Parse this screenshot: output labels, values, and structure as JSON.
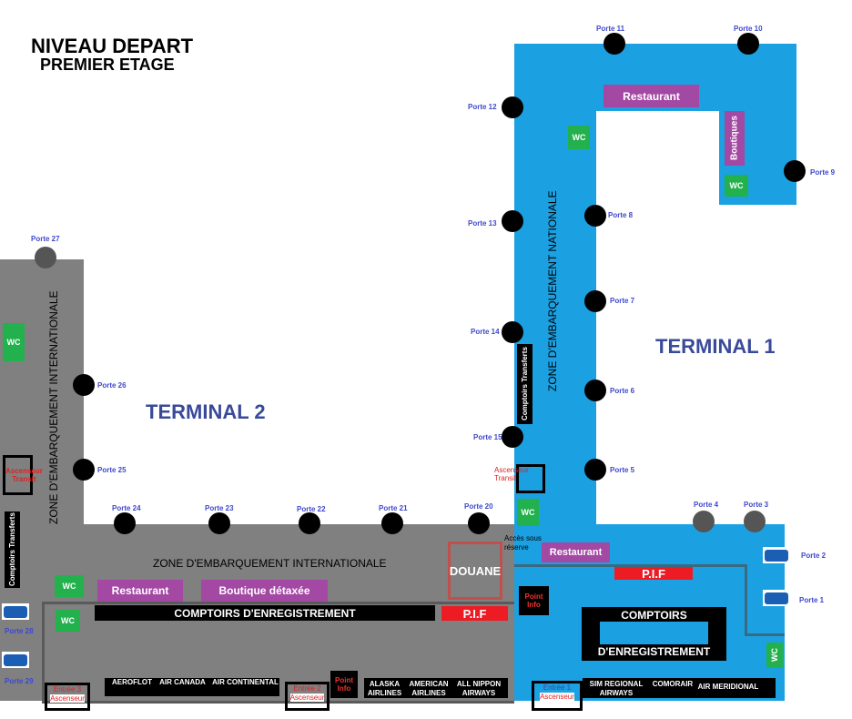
{
  "title": "NIVEAU DEPART",
  "subtitle": "PREMIER ETAGE",
  "terminal1": "TERMINAL 1",
  "terminal2": "TERMINAL 2",
  "zone_nationale": "ZONE D'EMBARQUEMENT NATIONALE",
  "zone_internationale": "ZONE D'EMBARQUEMENT INTERNATIONALE",
  "labels": {
    "restaurant": "Restaurant",
    "boutiques": "Boutiques",
    "boutique_detaxee": "Boutique détaxée",
    "wc": "WC",
    "comptoirs_transferts": "Comptoirs Transferts",
    "ascenseur_transit": "Ascenseur Transit",
    "douane": "DOUANE",
    "acces_reserve": "Accès sous réserve",
    "pif": "P.I.F",
    "point_info": "Point Info",
    "comptoirs_enregistrement": "COMPTOIRS D'ENREGISTREMENT",
    "comptoirs": "COMPTOIRS",
    "enregistrement": "D'ENREGISTREMENT",
    "entree1": "Entrée 1",
    "entree2": "Entrée 2",
    "entree3": "Entrée 3",
    "ascenseur": "Ascenseur"
  },
  "airlines": [
    "AEROFLOT",
    "AIR CANADA",
    "AIR CONTINENTAL",
    "ALASKA AIRLINES",
    "AMERICAN AIRLINES",
    "ALL NIPPON AIRWAYS",
    "SIM REGIONAL AIRWAYS",
    "COMORAIR",
    "AIR MERIDIONAL"
  ],
  "gates": [
    "Porte 1",
    "Porte 2",
    "Porte 3",
    "Porte 4",
    "Porte 5",
    "Porte 6",
    "Porte 7",
    "Porte 8",
    "Porte 9",
    "Porte 10",
    "Porte 11",
    "Porte 12",
    "Porte 13",
    "Porte 14",
    "Porte 15",
    "Porte 20",
    "Porte 21",
    "Porte 22",
    "Porte 23",
    "Porte 24",
    "Porte 25",
    "Porte 26",
    "Porte 27",
    "Porte 28",
    "Porte 29"
  ],
  "colors": {
    "terminal1": "#1ba1e2",
    "terminal2": "#808080",
    "shops": "#a349a4",
    "wc": "#22b14c",
    "security": "#ed1c24"
  }
}
